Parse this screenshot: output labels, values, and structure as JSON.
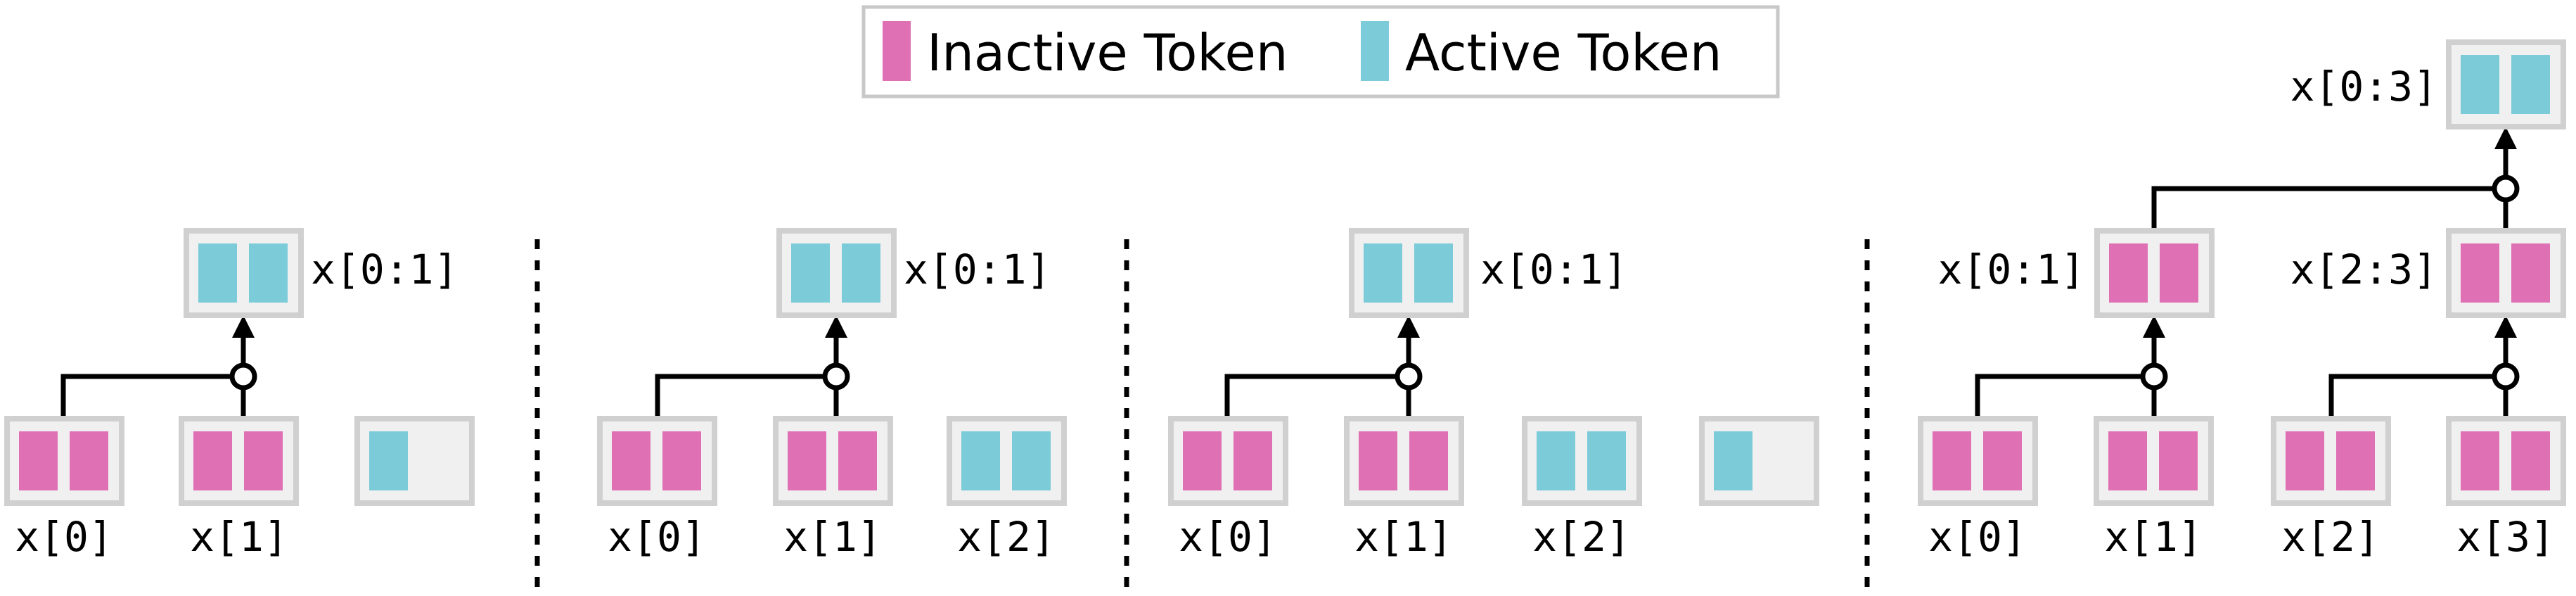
{
  "colors": {
    "inactive": "#e070b4",
    "active": "#7ccbd8",
    "box_fill": "#f0f0f0",
    "box_border": "#d0d0d0"
  },
  "legend": {
    "inactive_label": "Inactive Token",
    "active_label": "Active Token"
  },
  "panels": [
    {
      "leaves": [
        {
          "label": "x[0]",
          "tokens": [
            "inactive",
            "inactive"
          ]
        },
        {
          "label": "x[1]",
          "tokens": [
            "inactive",
            "inactive"
          ]
        },
        {
          "label": "",
          "tokens": [
            "active"
          ]
        }
      ],
      "merges": [
        {
          "label": "x[0:1]",
          "tokens": [
            "active",
            "active"
          ]
        }
      ]
    },
    {
      "leaves": [
        {
          "label": "x[0]",
          "tokens": [
            "inactive",
            "inactive"
          ]
        },
        {
          "label": "x[1]",
          "tokens": [
            "inactive",
            "inactive"
          ]
        },
        {
          "label": "x[2]",
          "tokens": [
            "active",
            "active"
          ]
        }
      ],
      "merges": [
        {
          "label": "x[0:1]",
          "tokens": [
            "active",
            "active"
          ]
        }
      ]
    },
    {
      "leaves": [
        {
          "label": "x[0]",
          "tokens": [
            "inactive",
            "inactive"
          ]
        },
        {
          "label": "x[1]",
          "tokens": [
            "inactive",
            "inactive"
          ]
        },
        {
          "label": "x[2]",
          "tokens": [
            "active",
            "active"
          ]
        },
        {
          "label": "",
          "tokens": [
            "active"
          ]
        }
      ],
      "merges": [
        {
          "label": "x[0:1]",
          "tokens": [
            "active",
            "active"
          ]
        }
      ]
    },
    {
      "leaves": [
        {
          "label": "x[0]",
          "tokens": [
            "inactive",
            "inactive"
          ]
        },
        {
          "label": "x[1]",
          "tokens": [
            "inactive",
            "inactive"
          ]
        },
        {
          "label": "x[2]",
          "tokens": [
            "inactive",
            "inactive"
          ]
        },
        {
          "label": "x[3]",
          "tokens": [
            "inactive",
            "inactive"
          ]
        }
      ],
      "merges": [
        {
          "label": "x[0:1]",
          "tokens": [
            "inactive",
            "inactive"
          ]
        },
        {
          "label": "x[2:3]",
          "tokens": [
            "inactive",
            "inactive"
          ]
        },
        {
          "label": "x[0:3]",
          "tokens": [
            "active",
            "active"
          ]
        }
      ]
    }
  ]
}
